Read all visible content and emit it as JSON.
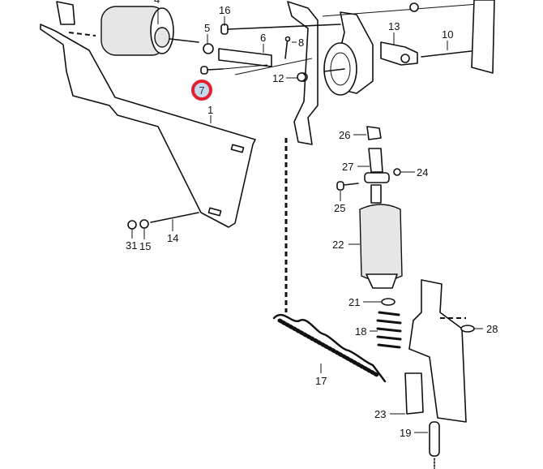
{
  "highlight_color": "#e02030",
  "highlighted_part": "7",
  "callouts": {
    "p1": "1",
    "p4": "4",
    "p5": "5",
    "p6": "6",
    "p7": "7",
    "p8": "8",
    "p10": "10",
    "p12": "12",
    "p13": "13",
    "p14": "14",
    "p15": "15",
    "p16": "16",
    "p17": "17",
    "p18": "18",
    "p19": "19",
    "p21": "21",
    "p22": "22",
    "p23": "23",
    "p24": "24",
    "p25": "25",
    "p26": "26",
    "p27": "27",
    "p28": "28",
    "p31": "31"
  }
}
